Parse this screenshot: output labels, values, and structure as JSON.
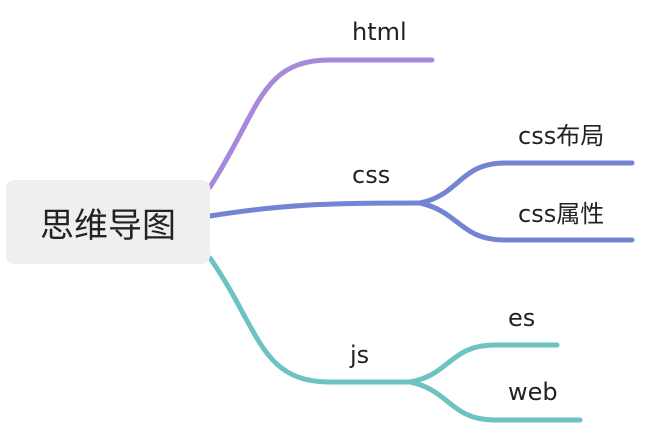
{
  "root": {
    "label": "思维导图"
  },
  "branches": [
    {
      "id": "html",
      "label": "html",
      "color": "#a888db",
      "children": []
    },
    {
      "id": "css",
      "label": "css",
      "color": "#7384d2",
      "children": [
        {
          "label": "css布局"
        },
        {
          "label": "css属性"
        }
      ]
    },
    {
      "id": "js",
      "label": "js",
      "color": "#6cc3c1",
      "children": [
        {
          "label": "es"
        },
        {
          "label": "web"
        }
      ]
    }
  ]
}
